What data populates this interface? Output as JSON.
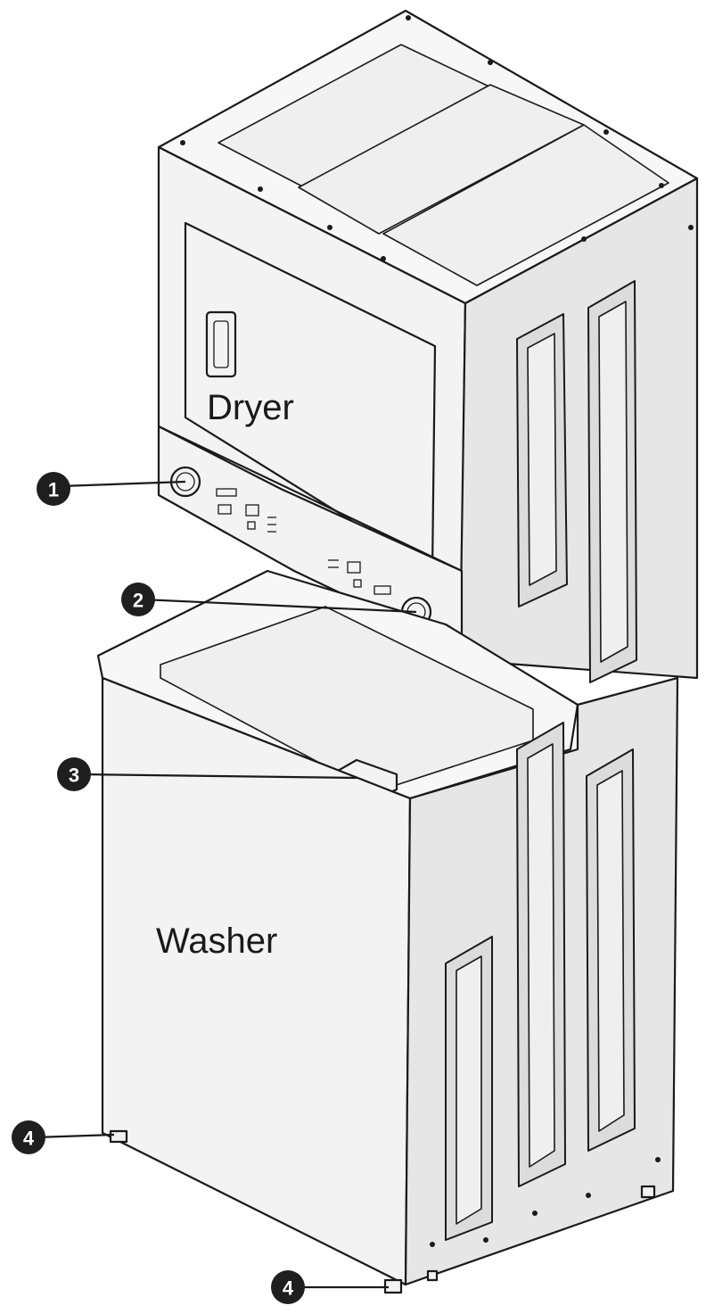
{
  "labels": {
    "dryer": "Dryer",
    "washer": "Washer"
  },
  "callouts": [
    {
      "id": "1",
      "number": "1"
    },
    {
      "id": "2",
      "number": "2"
    },
    {
      "id": "3",
      "number": "3"
    },
    {
      "id": "4a",
      "number": "4"
    },
    {
      "id": "4b",
      "number": "4"
    }
  ],
  "colors": {
    "line": "#1a1a1a",
    "callout_fill": "#1f1f1f",
    "callout_text": "#ffffff",
    "background": "#ffffff"
  }
}
